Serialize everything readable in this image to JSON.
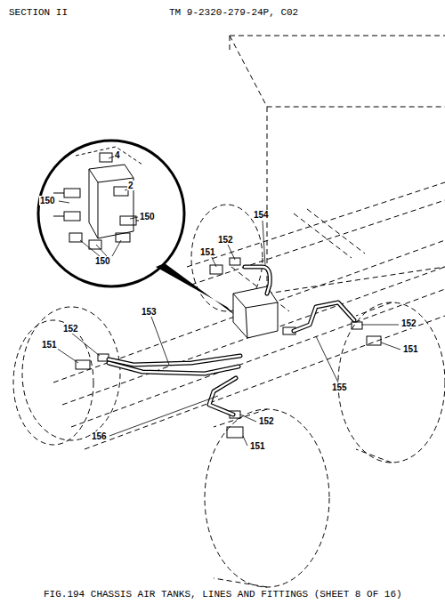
{
  "diagram": {
    "caption": "FIG.194 CHASSIS AIR TANKS, LINES AND FITTINGS (SHEET 8 OF 16)",
    "labels": [
      "SECTION II",
      "TM 9-2320-279-24P, C02",
      "4",
      "2",
      "150",
      "150",
      "150",
      "152",
      "151",
      "154",
      "153",
      "152",
      "151",
      "152",
      "151",
      "155",
      "156",
      "152",
      "151"
    ]
  }
}
